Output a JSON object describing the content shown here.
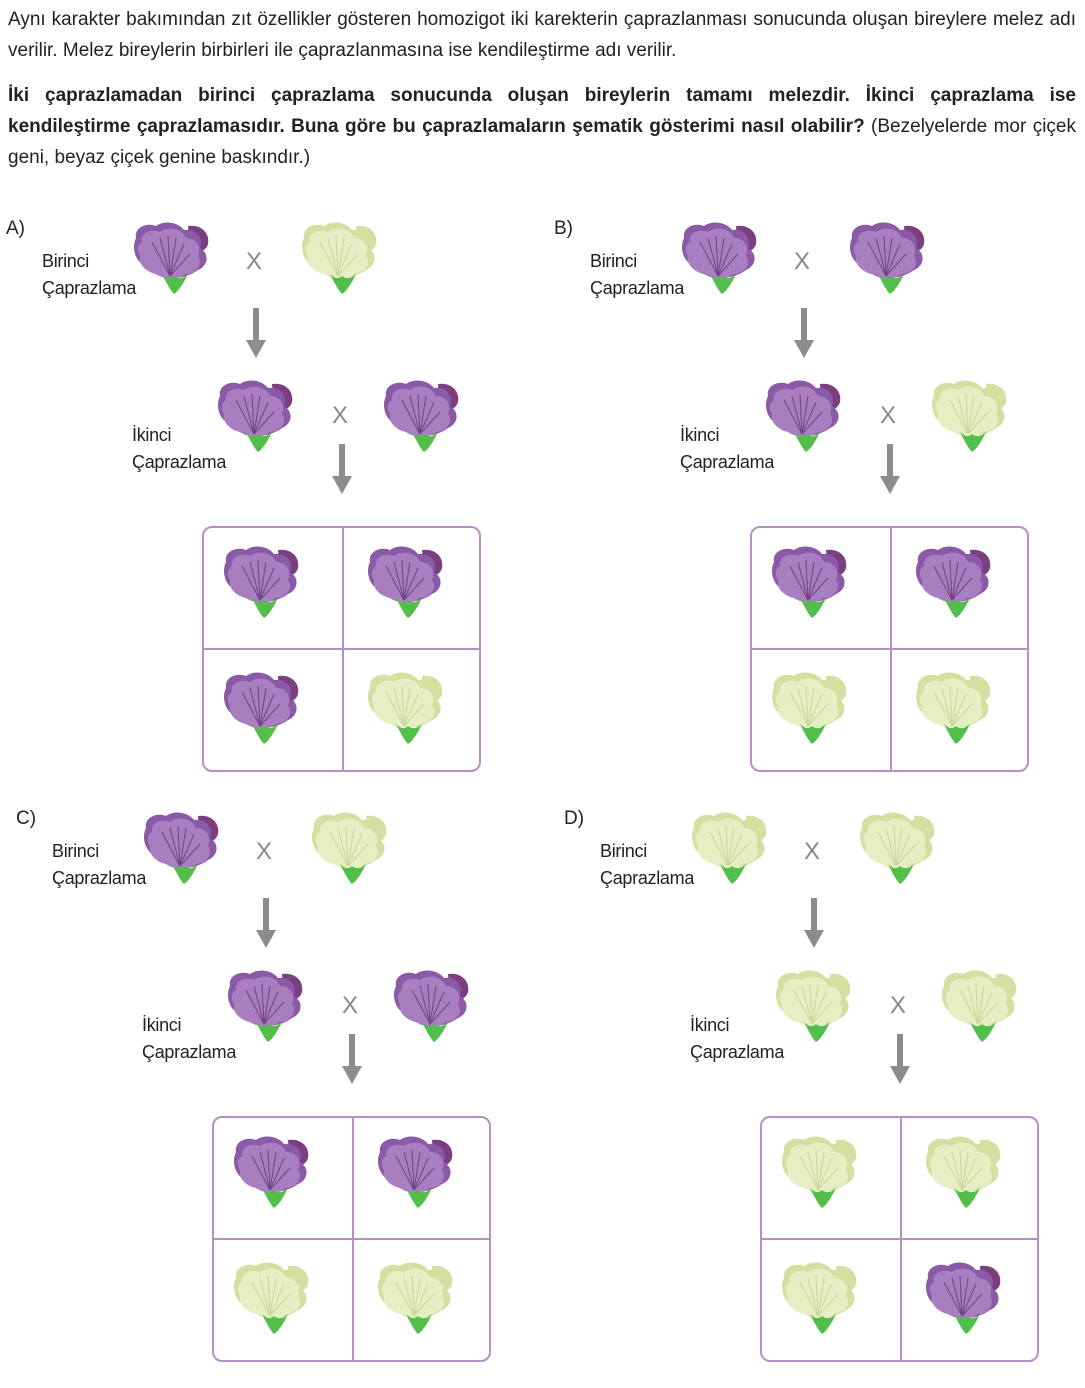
{
  "intro": "Aynı karakter bakımından zıt özellikler gösteren homozigot iki karekterin çaprazlanması sonucunda oluşan bireylere melez adı verilir. Melez bireylerin birbirleri ile çaprazlanmasına ise kendileştirme adı verilir.",
  "question_bold": "İki çaprazlamadan birinci çaprazlama sonucunda oluşan bireylerin tamamı melezdir. İkinci çaprazlama ise kendileştirme çaprazlamasıdır. Buna göre bu çaprazlamaların şematik gösterimi nasıl olabilir?",
  "question_note": " (Bezelyelerde mor çiçek geni, beyaz çiçek genine baskındır.)",
  "labels": {
    "first_line1": "Birinci",
    "first_line2": "Çaprazlama",
    "second_line1": "İkinci",
    "second_line2": "Çaprazlama",
    "cross": "X"
  },
  "colors": {
    "purple_petal": "#a97ec0",
    "purple_dark": "#8a5aa6",
    "purple_back": "#7b3f7f",
    "white_petal": "#e6eec3",
    "white_dark": "#d4e0a2",
    "stem": "#52bf4a"
  },
  "options": [
    {
      "letter": "A)",
      "first": [
        "purple",
        "white"
      ],
      "second": [
        "purple",
        "purple"
      ],
      "result": [
        "purple",
        "purple",
        "purple",
        "white"
      ]
    },
    {
      "letter": "B)",
      "first": [
        "purple",
        "purple"
      ],
      "second": [
        "purple",
        "white"
      ],
      "result": [
        "purple",
        "purple",
        "white",
        "white"
      ]
    },
    {
      "letter": "C)",
      "first": [
        "purple",
        "white"
      ],
      "second": [
        "purple",
        "purple"
      ],
      "result": [
        "purple",
        "purple",
        "white",
        "white"
      ]
    },
    {
      "letter": "D)",
      "first": [
        "white",
        "white"
      ],
      "second": [
        "white",
        "white"
      ],
      "result": [
        "white",
        "white",
        "white",
        "purple"
      ]
    }
  ]
}
